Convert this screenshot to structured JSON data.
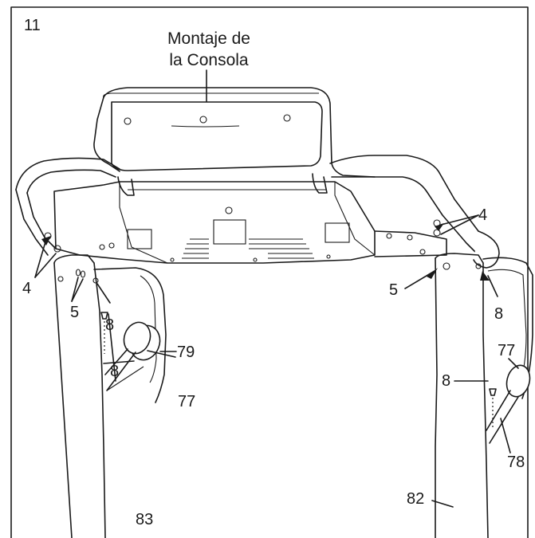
{
  "step_number": "11",
  "title": {
    "line1": "Montaje de",
    "line2": "la Consola"
  },
  "callouts": {
    "part_4_left": "4",
    "part_5_left": "5",
    "part_8_left_top": "8",
    "part_79": "79",
    "part_8_left_mid": "8",
    "part_77_left": "77",
    "part_83": "83",
    "part_4_right": "4",
    "part_5_right": "5",
    "part_8_right_top": "8",
    "part_77_right": "77",
    "part_8_right_mid": "8",
    "part_82": "82",
    "part_78": "78"
  }
}
